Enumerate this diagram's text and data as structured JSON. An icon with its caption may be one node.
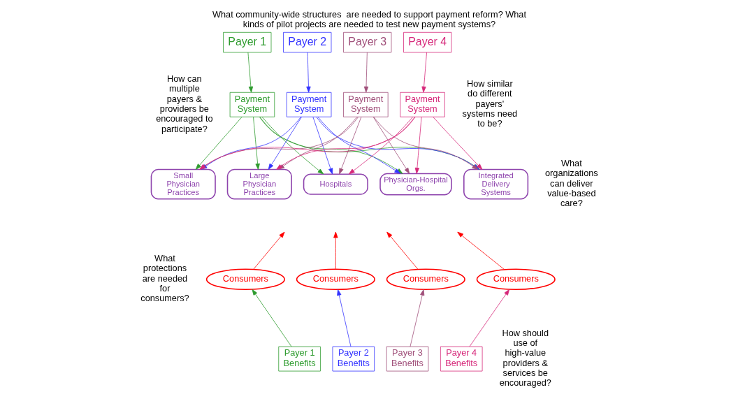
{
  "diagram": {
    "title": "What community-wide structures  are needed to support payment reform? What kinds of pilot projects are needed to test new payment systems?",
    "nodes": [
      {
        "text": [
          "Payer 1"
        ]
      },
      {
        "text": [
          "Payer 2"
        ]
      },
      {
        "text": [
          "Payer 3"
        ]
      },
      {
        "text": [
          "Payer 4"
        ]
      },
      {
        "text": [
          "Payment System"
        ]
      },
      {
        "text": [
          "Payment System"
        ]
      },
      {
        "text": [
          "Payment System"
        ]
      },
      {
        "text": [
          "Payment System"
        ]
      },
      {
        "text": [
          "Small Physician Practices"
        ]
      },
      {
        "text": [
          "Large Physician Practices"
        ]
      },
      {
        "text": [
          "Hospitals"
        ]
      },
      {
        "text": [
          "Physician-Hospital Orgs."
        ]
      },
      {
        "text": [
          "Integrated Delivery Systems"
        ]
      },
      {
        "text": [
          "Consumers"
        ]
      },
      {
        "text": [
          "Consumers"
        ]
      },
      {
        "text": [
          "Consumers"
        ]
      },
      {
        "text": [
          "Consumers"
        ]
      },
      {
        "text": [
          "Payer 1 Benefits"
        ]
      },
      {
        "text": [
          "Payer 2 Benefits"
        ]
      },
      {
        "text": [
          "Payer 3 Benefits"
        ]
      },
      {
        "text": [
          "Payer 4 Benefits"
        ]
      }
    ],
    "edges": [
      {
        "from": 0,
        "to": 4,
        "arrow": "to",
        "color": "#2e9b2e"
      },
      {
        "from": 1,
        "to": 5,
        "arrow": "to",
        "color": "#3333ff"
      },
      {
        "from": 2,
        "to": 6,
        "arrow": "to",
        "color": "#a0507a"
      },
      {
        "from": 3,
        "to": 7,
        "arrow": "to",
        "color": "#d6287a"
      },
      {
        "from": 4,
        "to": 8,
        "arrow": "to",
        "color": "#2e9b2e"
      },
      {
        "from": 4,
        "to": 9,
        "arrow": "to",
        "color": "#2e9b2e"
      },
      {
        "from": 4,
        "to": 10,
        "arrow": "to",
        "color": "#2e9b2e"
      },
      {
        "from": 4,
        "to": 11,
        "arrow": "to",
        "color": "#2e9b2e"
      },
      {
        "from": 4,
        "to": 12,
        "arrow": "to",
        "color": "#2e9b2e"
      },
      {
        "from": 5,
        "to": 8,
        "arrow": "to",
        "color": "#3333ff"
      },
      {
        "from": 5,
        "to": 9,
        "arrow": "to",
        "color": "#3333ff"
      },
      {
        "from": 5,
        "to": 10,
        "arrow": "to",
        "color": "#3333ff"
      },
      {
        "from": 5,
        "to": 11,
        "arrow": "to",
        "color": "#3333ff"
      },
      {
        "from": 5,
        "to": 12,
        "arrow": "to",
        "color": "#3333ff"
      },
      {
        "from": 6,
        "to": 8,
        "arrow": "to",
        "color": "#a0507a"
      },
      {
        "from": 6,
        "to": 9,
        "arrow": "to",
        "color": "#a0507a"
      },
      {
        "from": 6,
        "to": 10,
        "arrow": "to",
        "color": "#a0507a"
      },
      {
        "from": 6,
        "to": 11,
        "arrow": "to",
        "color": "#a0507a"
      },
      {
        "from": 6,
        "to": 12,
        "arrow": "to",
        "color": "#a0507a"
      },
      {
        "from": 7,
        "to": 8,
        "arrow": "to",
        "color": "#d6287a"
      },
      {
        "from": 7,
        "to": 9,
        "arrow": "to",
        "color": "#d6287a"
      },
      {
        "from": 7,
        "to": 10,
        "arrow": "to",
        "color": "#d6287a"
      },
      {
        "from": 7,
        "to": 11,
        "arrow": "to",
        "color": "#d6287a"
      },
      {
        "from": 7,
        "to": 12,
        "arrow": "to",
        "color": "#d6287a"
      },
      {
        "from": 13,
        "to": null,
        "arrow": "to",
        "color": "#ff0000"
      },
      {
        "from": 14,
        "to": null,
        "arrow": "to",
        "color": "#ff0000"
      },
      {
        "from": 15,
        "to": null,
        "arrow": "to",
        "color": "#ff0000"
      },
      {
        "from": 16,
        "to": null,
        "arrow": "to",
        "color": "#ff0000"
      },
      {
        "from": 17,
        "to": 13,
        "arrow": "to",
        "color": "#2e9b2e"
      },
      {
        "from": 18,
        "to": 14,
        "arrow": "to",
        "color": "#3333ff"
      },
      {
        "from": 19,
        "to": 15,
        "arrow": "to",
        "color": "#a0507a"
      },
      {
        "from": 20,
        "to": 16,
        "arrow": "to",
        "color": "#d6287a"
      }
    ],
    "labels": [
      "How can multiple payers & providers be encouraged to participate?",
      "How similar do different payers' systems need to be?",
      "What organizations can deliver value-based care?",
      "What protections are needed for consumers?",
      "How should use of high-value providers & services be encouraged?"
    ]
  }
}
